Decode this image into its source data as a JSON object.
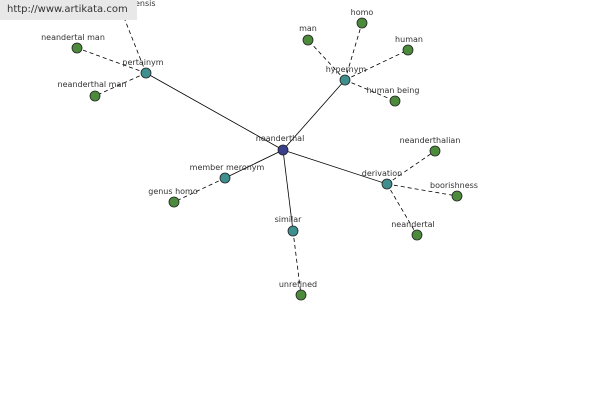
{
  "site_url": "http://www.artikata.com",
  "colors": {
    "center": "#3a3f8c",
    "relation": "#3f8f8f",
    "leaf": "#4c8a3c",
    "edge": "#000000",
    "node_stroke": "#222222",
    "badge_bg": "#e8e8e8"
  },
  "center": {
    "label": "neanderthal"
  },
  "relations": [
    {
      "label": "pertainym",
      "leaves": [
        {
          "label": "neandertal man"
        },
        {
          "label": "neanderthal man"
        },
        {
          "label": "neanderthalensis"
        }
      ]
    },
    {
      "label": "hypernym",
      "leaves": [
        {
          "label": "man"
        },
        {
          "label": "homo"
        },
        {
          "label": "human"
        },
        {
          "label": "human being"
        }
      ]
    },
    {
      "label": "member meronym",
      "leaves": [
        {
          "label": "genus homo"
        }
      ]
    },
    {
      "label": "derivation",
      "leaves": [
        {
          "label": "neanderthalian"
        },
        {
          "label": "boorishness"
        },
        {
          "label": "neandertal"
        }
      ]
    },
    {
      "label": "similar",
      "leaves": [
        {
          "label": "unrefined"
        }
      ]
    }
  ]
}
